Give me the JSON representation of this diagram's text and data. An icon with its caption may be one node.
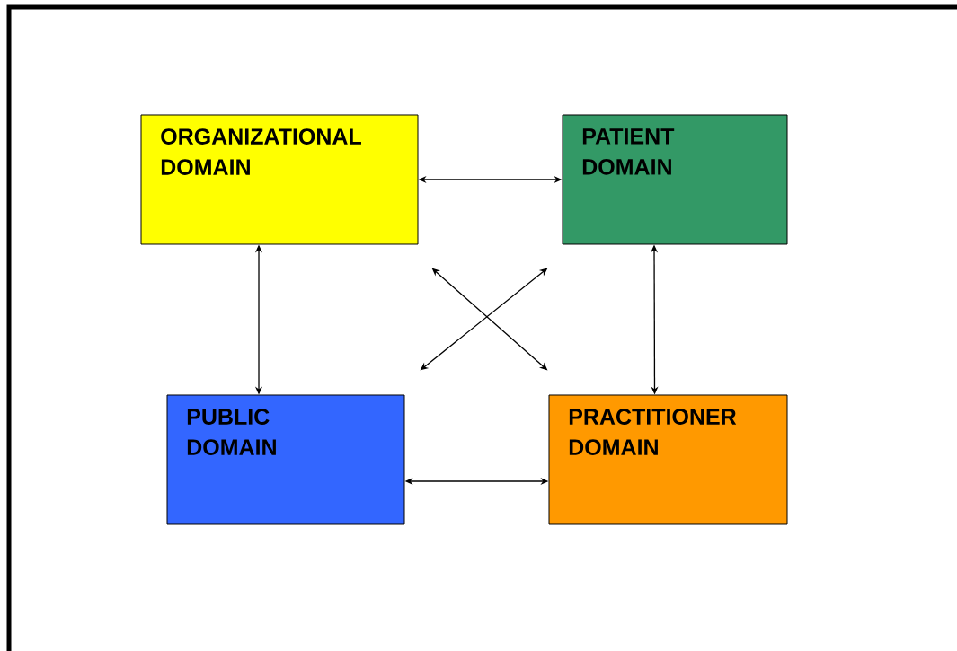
{
  "diagram": {
    "nodes": [
      {
        "text": [
          "ORGANIZATIONAL DOMAIN"
        ]
      },
      {
        "text": [
          "PATIENT DOMAIN"
        ]
      },
      {
        "text": [
          "PUBLIC DOMAIN"
        ]
      },
      {
        "text": [
          "PRACTITIONER DOMAIN"
        ]
      }
    ],
    "edges": [
      {
        "from": 0,
        "to": 1,
        "arrow": "both"
      },
      {
        "from": 0,
        "to": 2,
        "arrow": "both"
      },
      {
        "from": 1,
        "to": 3,
        "arrow": "both"
      },
      {
        "from": 2,
        "to": 3,
        "arrow": "both"
      },
      {
        "from": 0,
        "to": 3,
        "arrow": "both"
      },
      {
        "from": 1,
        "to": 2,
        "arrow": "both"
      }
    ]
  }
}
